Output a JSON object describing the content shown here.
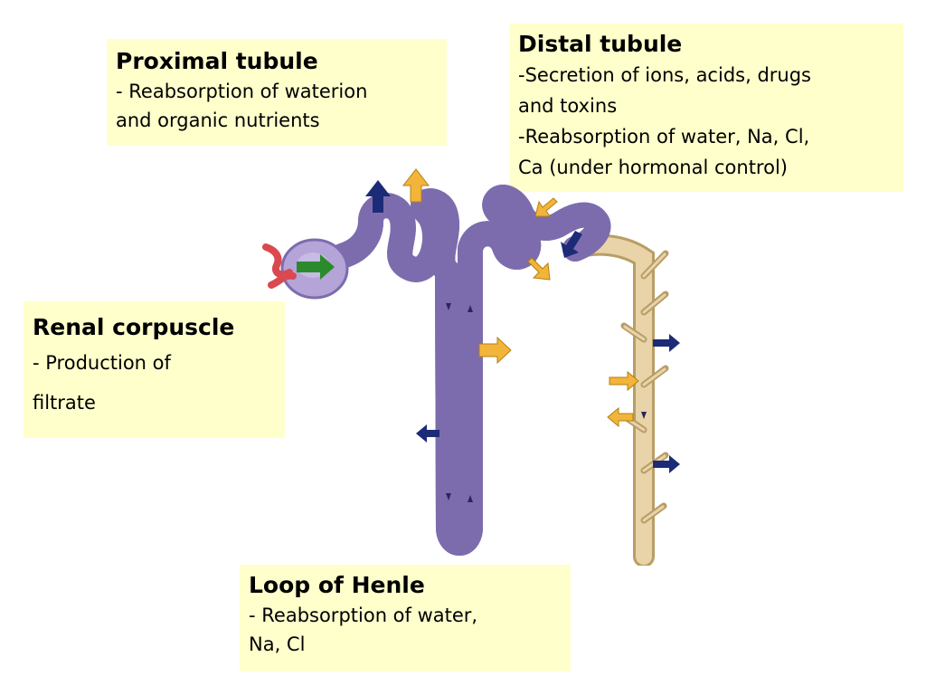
{
  "labels": {
    "proximal": {
      "title": "Proximal tubule",
      "desc": "- Reabsorption of waterion\nand organic nutrients"
    },
    "distal": {
      "title": "Distal tubule",
      "desc": "-Secretion of ions, acids, drugs\nand toxins\n-Reabsorption of water, Na, Cl,\nCa (under hormonal control)"
    },
    "renal": {
      "title": "Renal corpuscle",
      "desc": "- Production of\nfiltrate"
    },
    "loop": {
      "title": "Loop of Henle",
      "desc": "- Reabsorption of water,\nNa, Cl"
    }
  },
  "colors": {
    "label_bg": "#ffffcc",
    "tubule": "#b4a4d8",
    "tubule_outline": "#7d6cad",
    "collecting_duct": "#e8d4a8",
    "collecting_outline": "#b99d66",
    "arrow_secretion": "#f2b53a",
    "arrow_reabsorption": "#1c2b78",
    "arrow_filtration": "#2b8a2b",
    "vessel": "#d9494f"
  },
  "icons": [
    "secretion-arrow-icon",
    "reabsorption-arrow-icon",
    "filtration-arrow-icon",
    "blood-vessel-icon"
  ]
}
